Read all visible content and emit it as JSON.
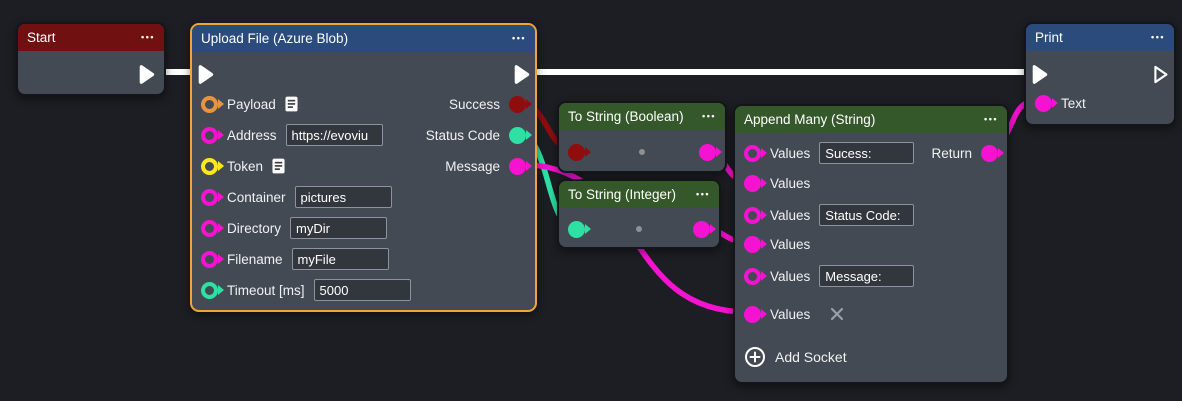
{
  "colors": {
    "background": "#1d1e23",
    "node_body": "#444a53",
    "node_border": "#14151a",
    "header_red": "#701011",
    "header_blue": "#2a4b7c",
    "header_green": "#345829",
    "selection_orange": "#f0a534",
    "socket_magenta": "#f512d0",
    "socket_teal": "#2ee0a4",
    "socket_yellow": "#ffe81a",
    "socket_orange": "#e59440",
    "socket_darkred": "#8f0d0d",
    "exec_white": "#ffffff",
    "text": "#f0f1f3",
    "input_bg": "#32363d",
    "input_border": "#8d929b"
  },
  "nodes": {
    "start": {
      "title": "Start",
      "menu": "•••"
    },
    "upload": {
      "title": "Upload File (Azure Blob)",
      "menu": "•••",
      "inputs": {
        "payload": {
          "label": "Payload"
        },
        "address": {
          "label": "Address",
          "value": "https://evoviu"
        },
        "token": {
          "label": "Token"
        },
        "container": {
          "label": "Container",
          "value": "pictures"
        },
        "directory": {
          "label": "Directory",
          "value": "myDir"
        },
        "filename": {
          "label": "Filename",
          "value": "myFile"
        },
        "timeout": {
          "label": "Timeout [ms]",
          "value": "5000"
        }
      },
      "outputs": {
        "success": {
          "label": "Success"
        },
        "status_code": {
          "label": "Status Code"
        },
        "message": {
          "label": "Message"
        }
      }
    },
    "to_string_boolean": {
      "title": "To String (Boolean)",
      "menu": "•••"
    },
    "to_string_integer": {
      "title": "To String (Integer)",
      "menu": "•••"
    },
    "append_many": {
      "title": "Append Many (String)",
      "menu": "•••",
      "return_label": "Return",
      "rows": [
        {
          "label": "Values",
          "value": "Sucess:"
        },
        {
          "label": "Values"
        },
        {
          "label": "Values",
          "value": "Status Code:"
        },
        {
          "label": "Values"
        },
        {
          "label": "Values",
          "value": "Message:"
        },
        {
          "label": "Values"
        }
      ],
      "add_socket_label": "Add Socket"
    },
    "print": {
      "title": "Print",
      "menu": "•••",
      "inputs": {
        "text": {
          "label": "Text"
        }
      }
    }
  }
}
